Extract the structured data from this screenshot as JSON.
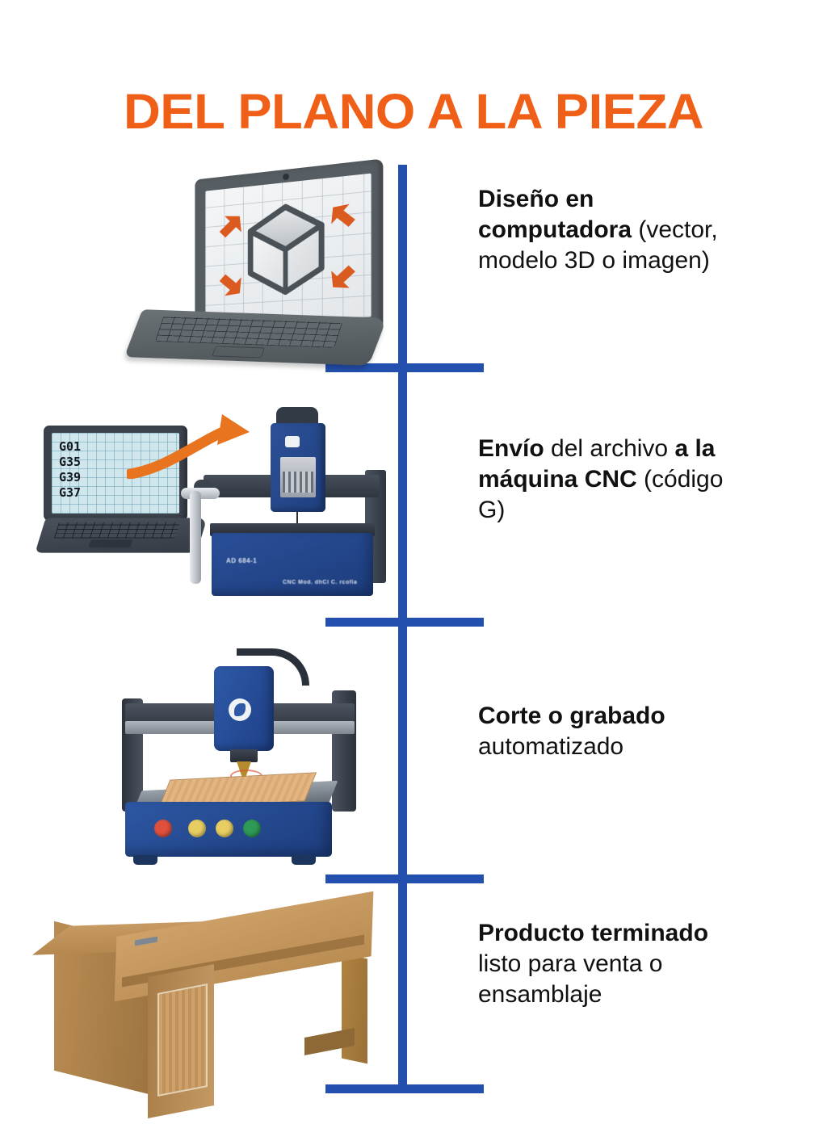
{
  "title": "DEL PLANO A LA PIEZA",
  "colors": {
    "orange": "#F05F18",
    "blue": "#2350AF",
    "text": "#111111",
    "machine_blue": "#2D58A4",
    "wood": "#C79A63"
  },
  "steps": [
    {
      "id": "step-1",
      "bold_lead": "Diseño en computadora",
      "rest": " (vector, modelo 3D o imagen)",
      "illustration": "laptop-3d-cube-design",
      "cube_arrows": 4
    },
    {
      "id": "step-2",
      "bold_lead": "Envío",
      "mid_regular": " del archivo ",
      "bold_mid": "a la máquina CNC",
      "rest": " (código G)",
      "illustration": "laptop-gcode-to-cnc-machine",
      "gcode_lines": [
        "G01",
        "G35",
        "G39",
        "G37"
      ],
      "machine_labels": {
        "panel_model": "AD 684-1",
        "panel_footer": "CNC Mod. dhCl C. rcofla"
      }
    },
    {
      "id": "step-3",
      "bold_lead": "Corte o grabado",
      "rest": " automatizado",
      "illustration": "cnc-router-cutting-wood",
      "buttons": [
        "#E0503C",
        "#E8CE62",
        "#E8CE62",
        "#2E9A55"
      ]
    },
    {
      "id": "step-4",
      "bold_lead": "Producto terminado",
      "rest": " listo para venta o ensamblaje",
      "illustration": "finished-wooden-l-desk"
    }
  ],
  "timeline": {
    "dividers": 4,
    "orientation": "vertical"
  }
}
